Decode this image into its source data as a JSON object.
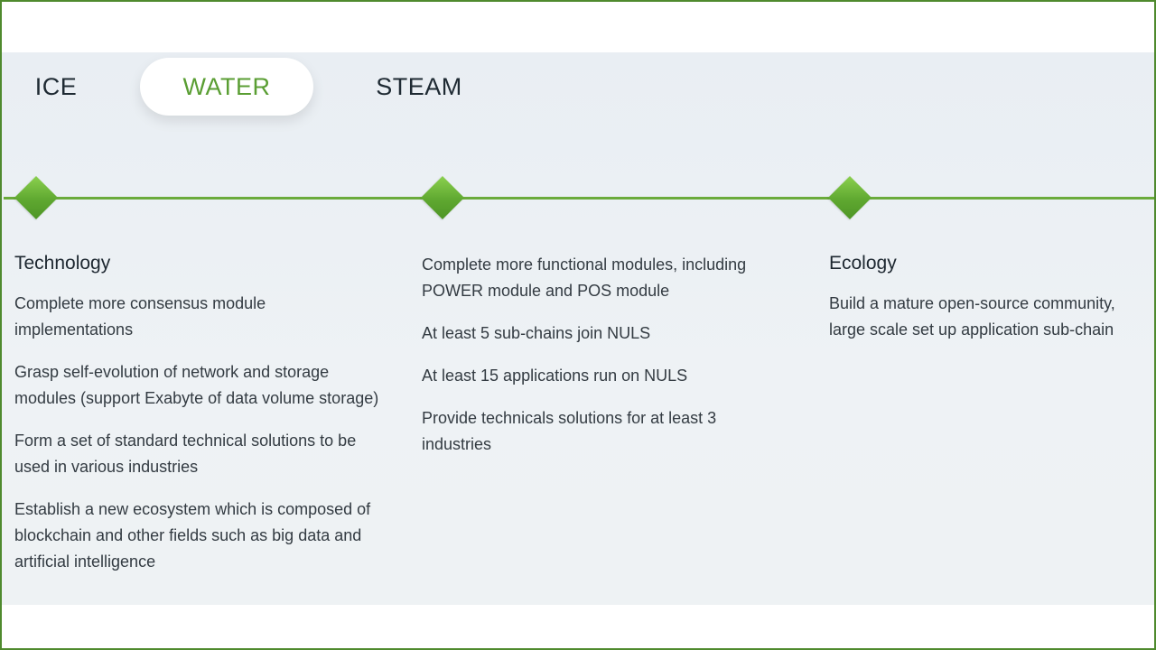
{
  "tabs": [
    {
      "label": "ICE",
      "active": false
    },
    {
      "label": "WATER",
      "active": true
    },
    {
      "label": "STEAM",
      "active": false
    }
  ],
  "colors": {
    "accent": "#5a9e33",
    "timeline": "#6aab3b",
    "panel_background": "#ecf1f4",
    "frame": "#4f8a2e"
  },
  "columns": [
    {
      "heading": "Technology",
      "items": [
        "Complete more consensus module implementations",
        "Grasp self-evolution of network and storage modules (support Exabyte of data volume storage)",
        "Form a set of standard technical solutions to be used in various industries",
        "Establish a new ecosystem which is composed of blockchain and other fields such as big data and artificial intelligence"
      ]
    },
    {
      "heading": "",
      "items": [
        "Complete more functional modules, including POWER module and POS module",
        "At least 5 sub-chains join NULS",
        "At least 15 applications run on NULS",
        "Provide technicals solutions for at least 3 industries"
      ]
    },
    {
      "heading": "Ecology",
      "items": [
        "Build a mature open-source community, large scale set up application sub-chain"
      ]
    }
  ]
}
